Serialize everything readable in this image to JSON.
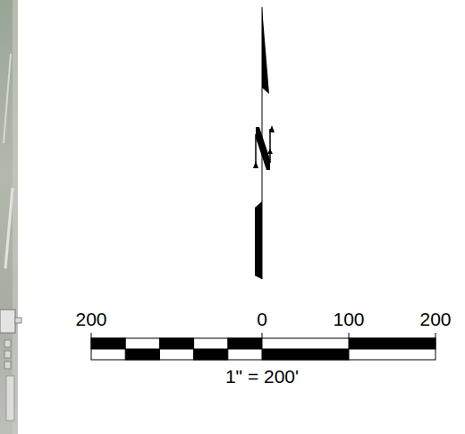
{
  "diagram": {
    "labels": [
      "200",
      "0",
      "100",
      "200",
      "1\" = 200'"
    ]
  }
}
